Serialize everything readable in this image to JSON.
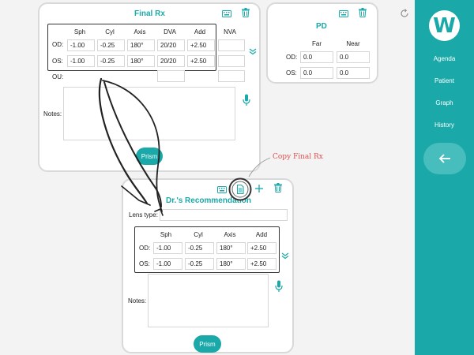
{
  "final_rx": {
    "title": "Final Rx",
    "headers": [
      "Sph",
      "Cyl",
      "Axis",
      "DVA",
      "Add",
      "NVA"
    ],
    "rows": [
      {
        "label": "OD:",
        "sph": "-1.00",
        "cyl": "-0.25",
        "axis": "180°",
        "dva": "20/20",
        "add": "+2.50",
        "nva": ""
      },
      {
        "label": "OS:",
        "sph": "-1.00",
        "cyl": "-0.25",
        "axis": "180°",
        "dva": "20/20",
        "add": "+2.50",
        "nva": ""
      }
    ],
    "ou_label": "OU:",
    "notes_label": "Notes:",
    "prism_label": "Prism"
  },
  "pd": {
    "title": "PD",
    "headers": [
      "Far",
      "Near"
    ],
    "rows": [
      {
        "label": "OD:",
        "far": "0.0",
        "near": "0.0"
      },
      {
        "label": "OS:",
        "far": "0.0",
        "near": "0.0"
      }
    ]
  },
  "recommendation": {
    "title": "Dr.'s Recommendation",
    "lens_type_label": "Lens type:",
    "lens_type_value": "",
    "headers": [
      "Sph",
      "Cyl",
      "Axis",
      "Add"
    ],
    "rows": [
      {
        "label": "OD:",
        "sph": "-1.00",
        "cyl": "-0.25",
        "axis": "180°",
        "add": "+2.50"
      },
      {
        "label": "OS:",
        "sph": "-1.00",
        "cyl": "-0.25",
        "axis": "180°",
        "add": "+2.50"
      }
    ],
    "notes_label": "Notes:",
    "prism_label": "Prism"
  },
  "annotation": {
    "copy_label": "Copy Final Rx"
  },
  "sidebar": {
    "logo": "W",
    "items": [
      {
        "label": "Agenda"
      },
      {
        "label": "Patient"
      },
      {
        "label": "Graph"
      },
      {
        "label": "History"
      }
    ]
  },
  "colors": {
    "accent": "#1aa8a8",
    "annotation": "#e05050",
    "ink": "#222222"
  },
  "icons": [
    "keyboard-icon",
    "trash-icon",
    "refresh-icon",
    "chevron-down-icon",
    "microphone-icon",
    "copy-document-icon",
    "plus-icon",
    "arrow-left-icon"
  ]
}
